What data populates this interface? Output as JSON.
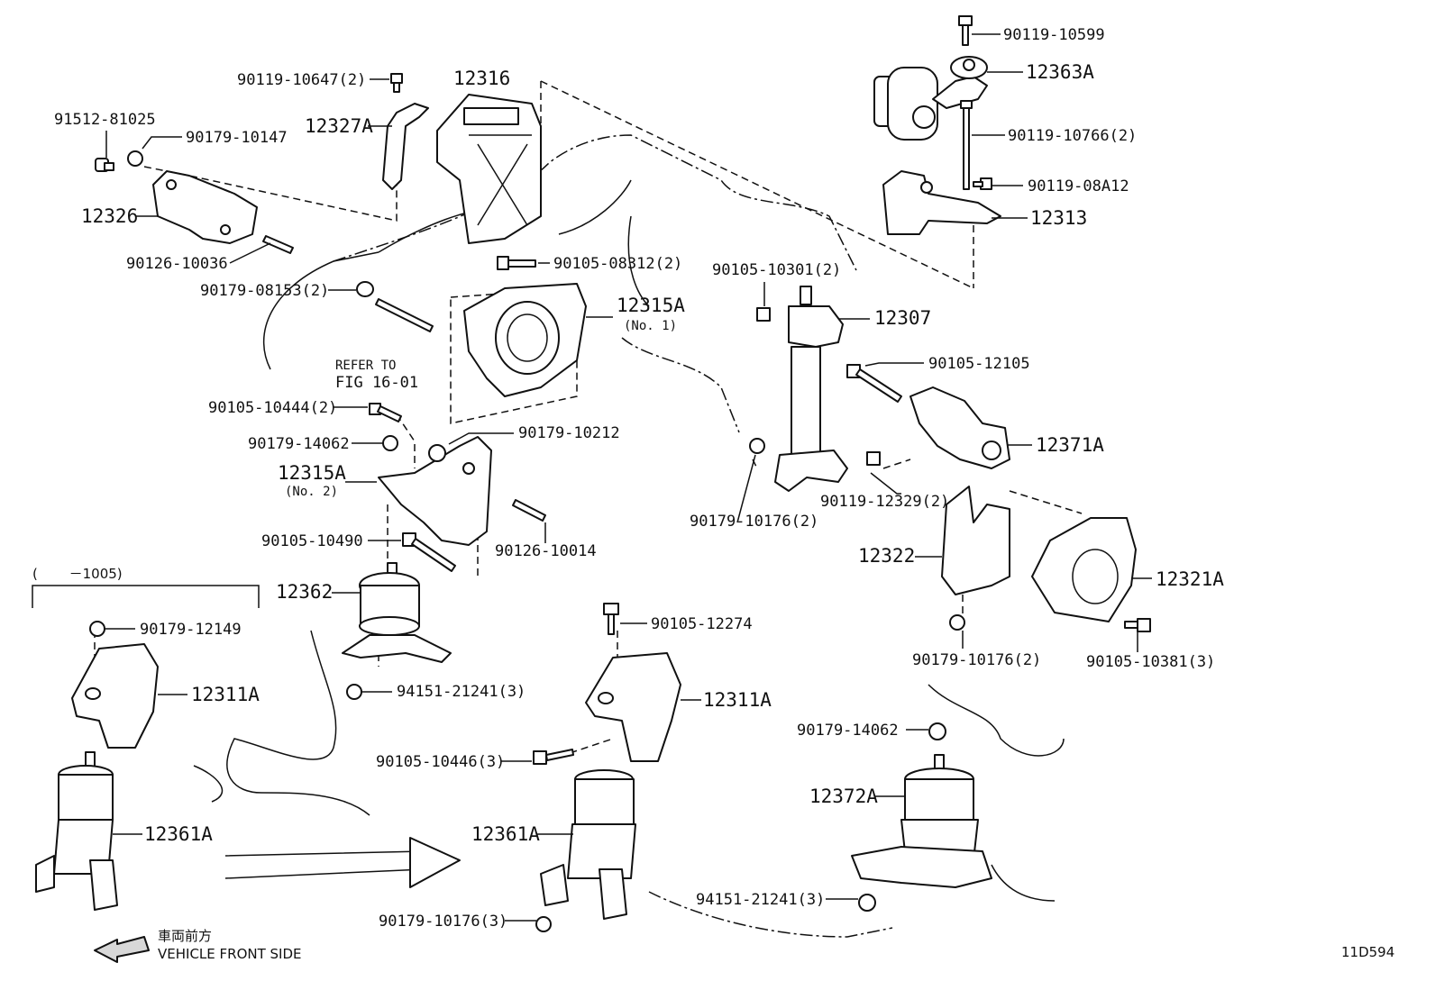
{
  "diagram_id": "11D594",
  "front_side": {
    "jp": "車両前方",
    "en": "VEHICLE FRONT SIDE"
  },
  "range_note": "(　　 －1005)",
  "refer": {
    "line1": "REFER TO",
    "line2": "FIG 16-01"
  },
  "labels": {
    "p90119_10599": "90119-10599",
    "p12363A": "12363A",
    "p90119_10766": "90119-10766(2)",
    "p90119_08A12": "90119-08A12",
    "p12313": "12313",
    "p90119_10647": "90119-10647(2)",
    "p12316": "12316",
    "p91512_81025": "91512-81025",
    "p90179_10147": "90179-10147",
    "p12327A": "12327A",
    "p12326": "12326",
    "p90126_10036": "90126-10036",
    "p90105_08312": "90105-08312(2)",
    "p90179_08153": "90179-08153(2)",
    "p12315A_1": "12315A",
    "p12315A_1_sub": "(No. 1)",
    "p90105_10301": "90105-10301(2)",
    "p12307": "12307",
    "p90105_12105": "90105-12105",
    "p12371A": "12371A",
    "p90105_10444": "90105-10444(2)",
    "p90179_10212": "90179-10212",
    "p90179_14062_a": "90179-14062",
    "p12315A_2": "12315A",
    "p12315A_2_sub": "(No. 2)",
    "p90119_12329": "90119-12329(2)",
    "p90179_10176_a": "90179-10176(2)",
    "p90105_10490": "90105-10490",
    "p90126_10014": "90126-10014",
    "p12322": "12322",
    "p12321A": "12321A",
    "p12362": "12362",
    "p90179_10176_b": "90179-10176(2)",
    "p90105_10381": "90105-10381(3)",
    "p90179_12149": "90179-12149",
    "p12311A_left": "12311A",
    "p94151_21241_a": "94151-21241(3)",
    "p90105_12274": "90105-12274",
    "p12311A_right": "12311A",
    "p90179_14062_b": "90179-14062",
    "p90105_10446": "90105-10446(3)",
    "p12372A": "12372A",
    "p12361A_left": "12361A",
    "p12361A_right": "12361A",
    "p94151_21241_b": "94151-21241(3)",
    "p90179_10176_c": "90179-10176(3)"
  }
}
